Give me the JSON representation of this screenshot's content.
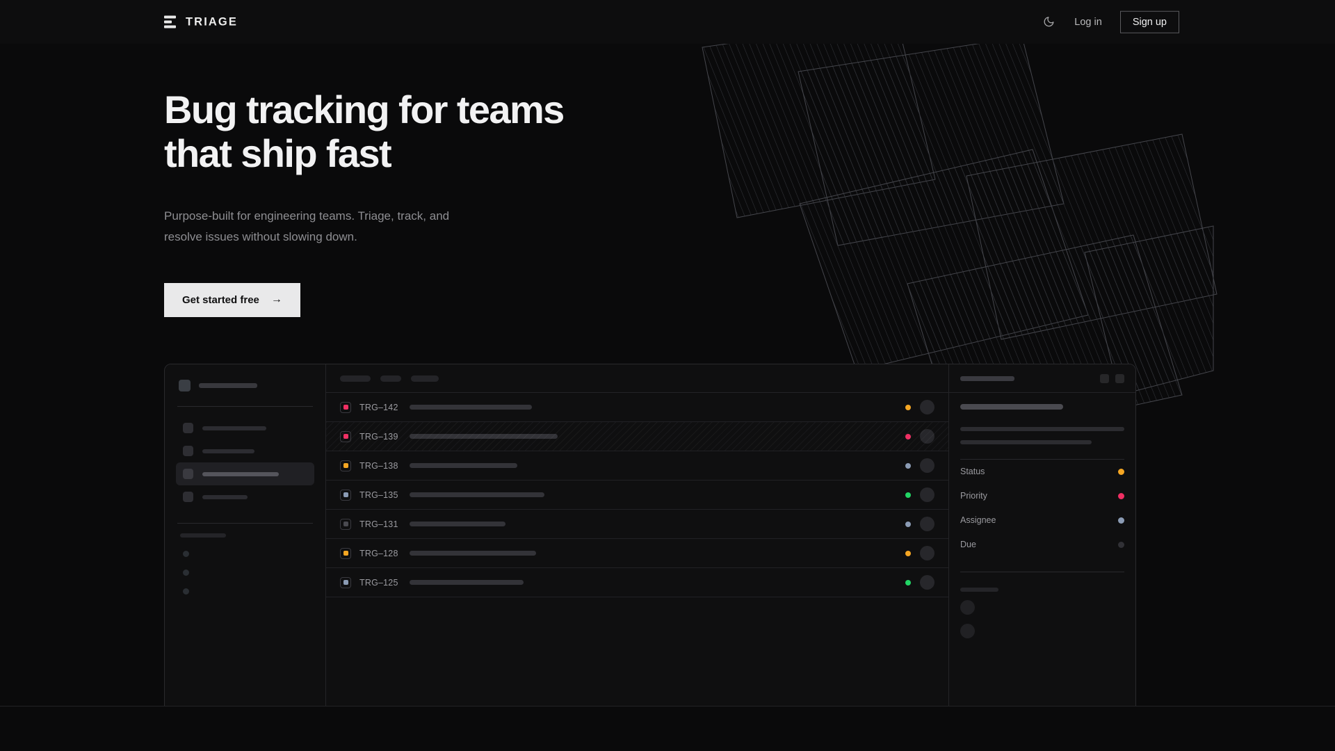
{
  "nav": {
    "logo_icon": "triage-bars-icon",
    "brand": "TRIAGE",
    "theme_toggle_icon": "moon-icon",
    "login_label": "Log in",
    "signup_label": "Sign up"
  },
  "hero": {
    "title": "Bug tracking for teams\nthat ship fast",
    "subtitle": "Purpose-built for engineering teams. Triage, track, and\nresolve issues without slowing down.",
    "cta_label": "Get started free",
    "cta_arrow": "→",
    "decor": "diagonal-hatched-panels"
  },
  "colors": {
    "page_bg": "#0a0a0b",
    "nav_bg": "#0d0d0e",
    "panel_bg": "#0f0f10",
    "border": "#2a2a2d",
    "text_primary": "#f2f2f3",
    "text_muted": "#8e8e92",
    "cta_bg": "#e9e9ea",
    "amber": "#f5a623",
    "pink": "#ef2f63",
    "slate": "#8b9bb4",
    "green": "#22d565",
    "gray": "#3a3a40"
  },
  "mockup": {
    "sidebar": {
      "nav_items": [
        {
          "name": "nav-item-1",
          "width": 92,
          "active": false
        },
        {
          "name": "nav-item-2",
          "width": 75,
          "active": false
        },
        {
          "name": "nav-item-3",
          "width": 110,
          "active": true
        },
        {
          "name": "nav-item-4",
          "width": 65,
          "active": false
        }
      ],
      "mini_items": [
        "mini-item-1",
        "mini-item-2",
        "mini-item-3"
      ]
    },
    "list": {
      "filter_chips": [
        44,
        30,
        40
      ],
      "rows": [
        {
          "id": "TRG–142",
          "priority_color": "#ef2f63",
          "status_color": "#f5a623",
          "title_width": 176,
          "selected": false
        },
        {
          "id": "TRG–139",
          "priority_color": "#ef2f63",
          "status_color": "#ef2f63",
          "title_width": 213,
          "selected": true
        },
        {
          "id": "TRG–138",
          "priority_color": "#f5a623",
          "status_color": "#8b9bb4",
          "title_width": 155,
          "selected": false
        },
        {
          "id": "TRG–135",
          "priority_color": "#8b9bb4",
          "status_color": "#22d565",
          "title_width": 194,
          "selected": false
        },
        {
          "id": "TRG–131",
          "priority_color": "#4a4a50",
          "status_color": "#8b9bb4",
          "title_width": 138,
          "selected": false
        },
        {
          "id": "TRG–128",
          "priority_color": "#f5a623",
          "status_color": "#f5a623",
          "title_width": 182,
          "selected": false
        },
        {
          "id": "TRG–125",
          "priority_color": "#8b9bb4",
          "status_color": "#22d565",
          "title_width": 164,
          "selected": false
        }
      ]
    },
    "detail": {
      "header_buttons": [
        "detail-action-1",
        "detail-action-2"
      ],
      "properties": [
        {
          "label": "Status",
          "color": "#f5a623"
        },
        {
          "label": "Priority",
          "color": "#ef2f63"
        },
        {
          "label": "Assignee",
          "color": "#8b9bb4"
        },
        {
          "label": "Due",
          "color": "#313136"
        }
      ],
      "comment_avatars": [
        "comment-avatar-1",
        "comment-avatar-2"
      ]
    }
  }
}
